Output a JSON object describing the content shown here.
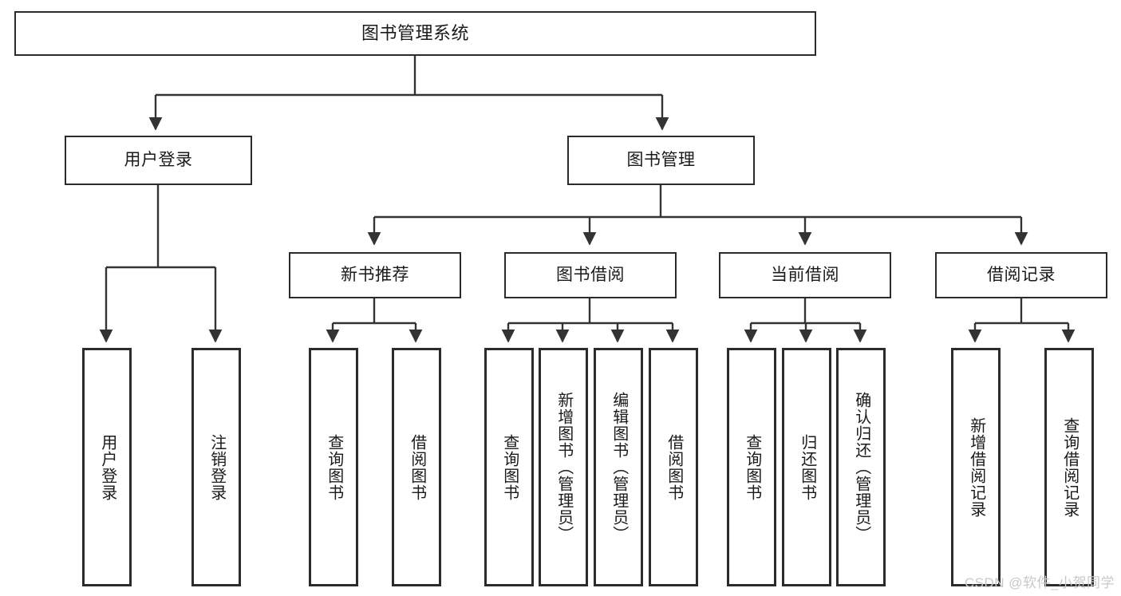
{
  "diagram": {
    "title": "图书管理系统",
    "type": "tree-hierarchy",
    "root": {
      "label": "图书管理系统"
    },
    "level1": [
      {
        "label": "用户登录"
      },
      {
        "label": "图书管理"
      }
    ],
    "level2": [
      {
        "label": "新书推荐"
      },
      {
        "label": "图书借阅"
      },
      {
        "label": "当前借阅"
      },
      {
        "label": "借阅记录"
      }
    ],
    "leaves": {
      "user_login": [
        {
          "label": "用户登录"
        },
        {
          "label": "注销登录"
        }
      ],
      "new_book_recommend": [
        {
          "label": "查询图书"
        },
        {
          "label": "借阅图书"
        }
      ],
      "book_borrow": [
        {
          "label": "查询图书"
        },
        {
          "label": "新增图书（管理员）"
        },
        {
          "label": "编辑图书（管理员）"
        },
        {
          "label": "借阅图书"
        }
      ],
      "current_borrow": [
        {
          "label": "查询图书"
        },
        {
          "label": "归还图书"
        },
        {
          "label": "确认归还（管理员）"
        }
      ],
      "borrow_record": [
        {
          "label": "新增借阅记录"
        },
        {
          "label": "查询借阅记录"
        }
      ]
    }
  },
  "watermark": {
    "text": "CSDN @软件_小贺同学"
  },
  "colors": {
    "box_border": "#2b2b2b",
    "connector": "#333333",
    "background": "#ffffff",
    "text": "#1a1a1a",
    "watermark": "#c9c9c9"
  }
}
